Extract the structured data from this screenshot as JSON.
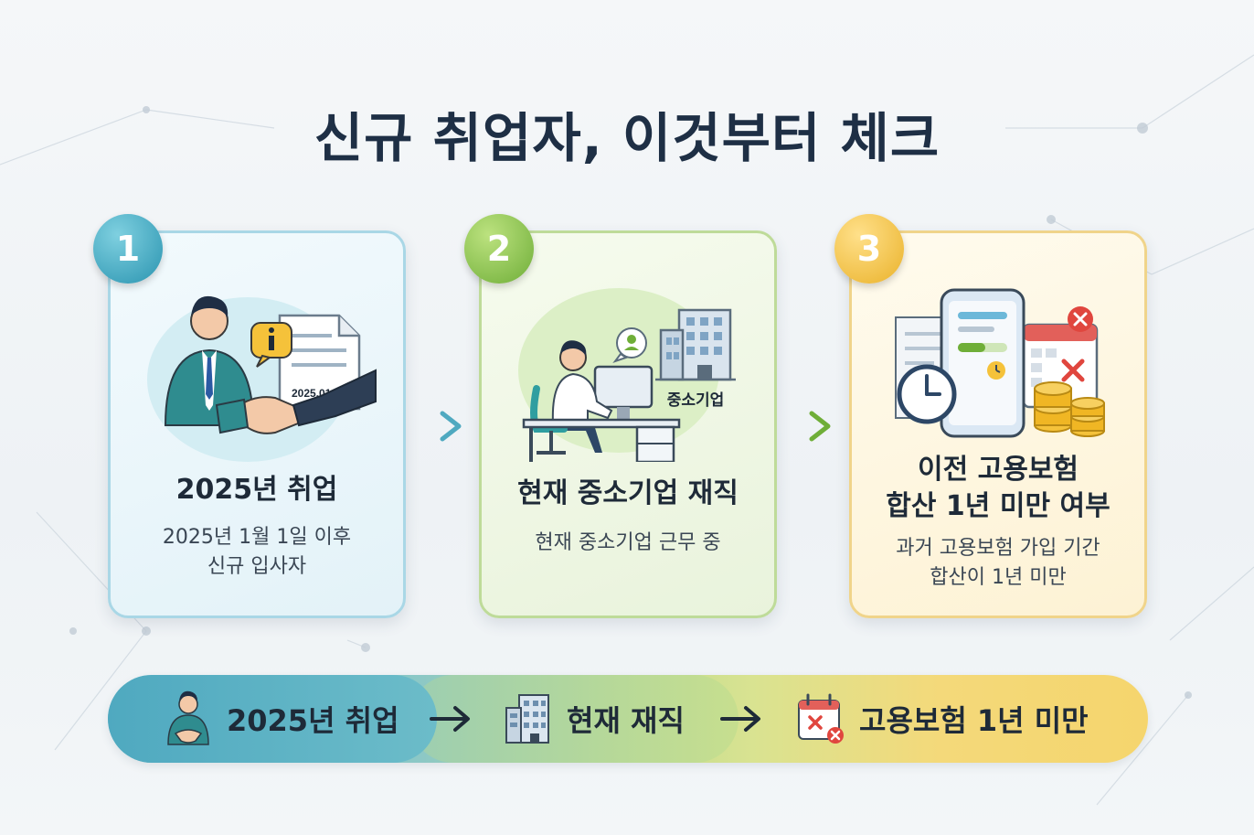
{
  "title": "신규 취업자, 이것부터 체크",
  "steps": [
    {
      "number": "1",
      "title": "2025년 취업",
      "desc_lines": [
        "2025년 1월 1일 이후",
        "신규 입사자"
      ],
      "doc_date": "2025.01.01",
      "color": "#2a94b0"
    },
    {
      "number": "2",
      "title": "현재 중소기업 재직",
      "desc_lines": [
        "현재 중소기업 근무 중"
      ],
      "building_label": "중소기업",
      "color": "#6fae38"
    },
    {
      "number": "3",
      "title_lines": [
        "이전 고용보험",
        "합산 1년 미만 여부"
      ],
      "desc_lines": [
        "과거 고용보험 가입 기간",
        "합산이 1년 미만"
      ],
      "color": "#eab22a"
    }
  ],
  "summary_bar": {
    "items": [
      {
        "label": "2025년 취업",
        "icon": "handshake-person-icon"
      },
      {
        "label": "현재 재직",
        "icon": "building-icon"
      },
      {
        "label": "고용보험 1년 미만",
        "icon": "calendar-x-icon"
      }
    ]
  }
}
